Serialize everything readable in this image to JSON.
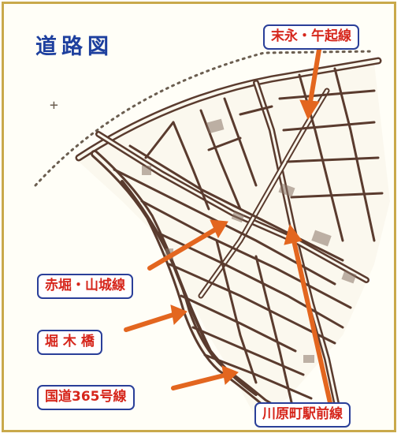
{
  "title": "道路図",
  "labels": {
    "suenaga_gogi": "末永・午起線",
    "akahori_yamashiro": "赤堀・山城線",
    "horiki_bridge": "堀 木 橋",
    "route365": "国道365号線",
    "kawaramachi_station": "川原町駅前線"
  },
  "colors": {
    "frame": "#c9a94b",
    "title": "#1d3f9e",
    "label_text": "#d6261c",
    "label_border": "#2a3f99",
    "arrow": "#e3661f",
    "road": "#5a3b2e"
  },
  "compass_icon": "north-cross-icon"
}
